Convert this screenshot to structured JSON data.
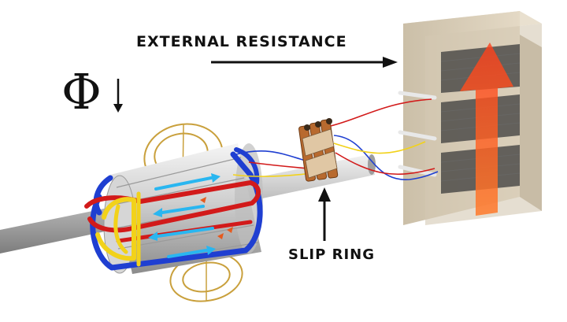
{
  "labels": {
    "external_resistance": "EXTERNAL RESISTANCE",
    "slip_ring": "SLIP RING",
    "flux_symbol": "Φ"
  },
  "colors": {
    "winding_blue": "#1f3fd1",
    "winding_red": "#d21a1a",
    "winding_yellow": "#f2d21a",
    "current_arrow_cyan": "#29b6f0",
    "flux_loop_gold": "#c9a03c",
    "resistor_box": "#d9cdb8",
    "resistor_arrow_orange": "#ff5a1f",
    "slip_ring_copper": "#b86a2f",
    "shaft_gray": "#c8c8c8"
  },
  "icons": {
    "flux_direction": "arrow-down-icon"
  }
}
